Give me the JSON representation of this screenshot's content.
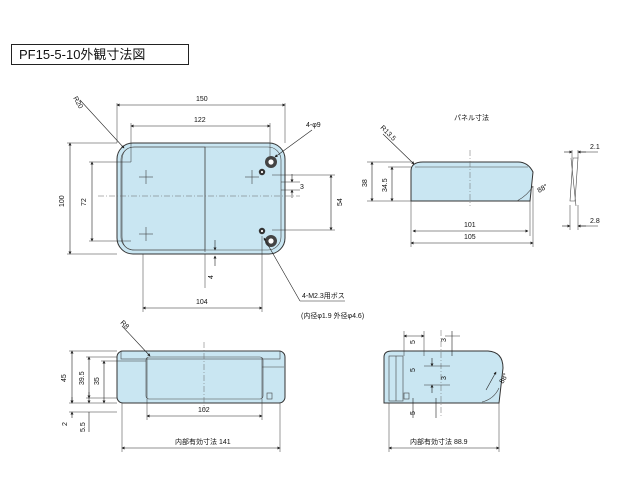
{
  "title": "PF15-5-10外観寸法図",
  "colors": {
    "body_fill": "#c9e6f2",
    "stroke": "#222222",
    "background": "#ffffff"
  },
  "top_view": {
    "radius": "R20",
    "overall_width": "150",
    "hole_pitch": "122",
    "hole_label": "4-φ9",
    "overall_height": "100",
    "hole_height": "72",
    "boss_offset": "3",
    "side_54": "54",
    "small_4": "4",
    "bottom_104": "104",
    "boss_label": "4-M2.3用ボス",
    "boss_sub": "(内径φ1.9 外径φ4.6)"
  },
  "panel_view": {
    "title": "パネル寸法",
    "radius": "R13.5",
    "height_38": "38",
    "height_34_5": "34.5",
    "angle": "88°",
    "width_101": "101",
    "width_105": "105",
    "thick_2_1": "2.1",
    "thick_2_8": "2.8"
  },
  "front_view": {
    "radius": "R8",
    "h45": "45",
    "h39_5": "39.5",
    "h35": "35",
    "h2": "2",
    "h5_5": "5.5",
    "w102": "102",
    "inner_label": "内部有効寸法 141"
  },
  "side_view": {
    "d5a": "5",
    "d5b": "5",
    "d3a": "3",
    "d3b": "3",
    "d5c": "5",
    "angle": "88°",
    "inner_label": "内部有効寸法 88.9"
  }
}
